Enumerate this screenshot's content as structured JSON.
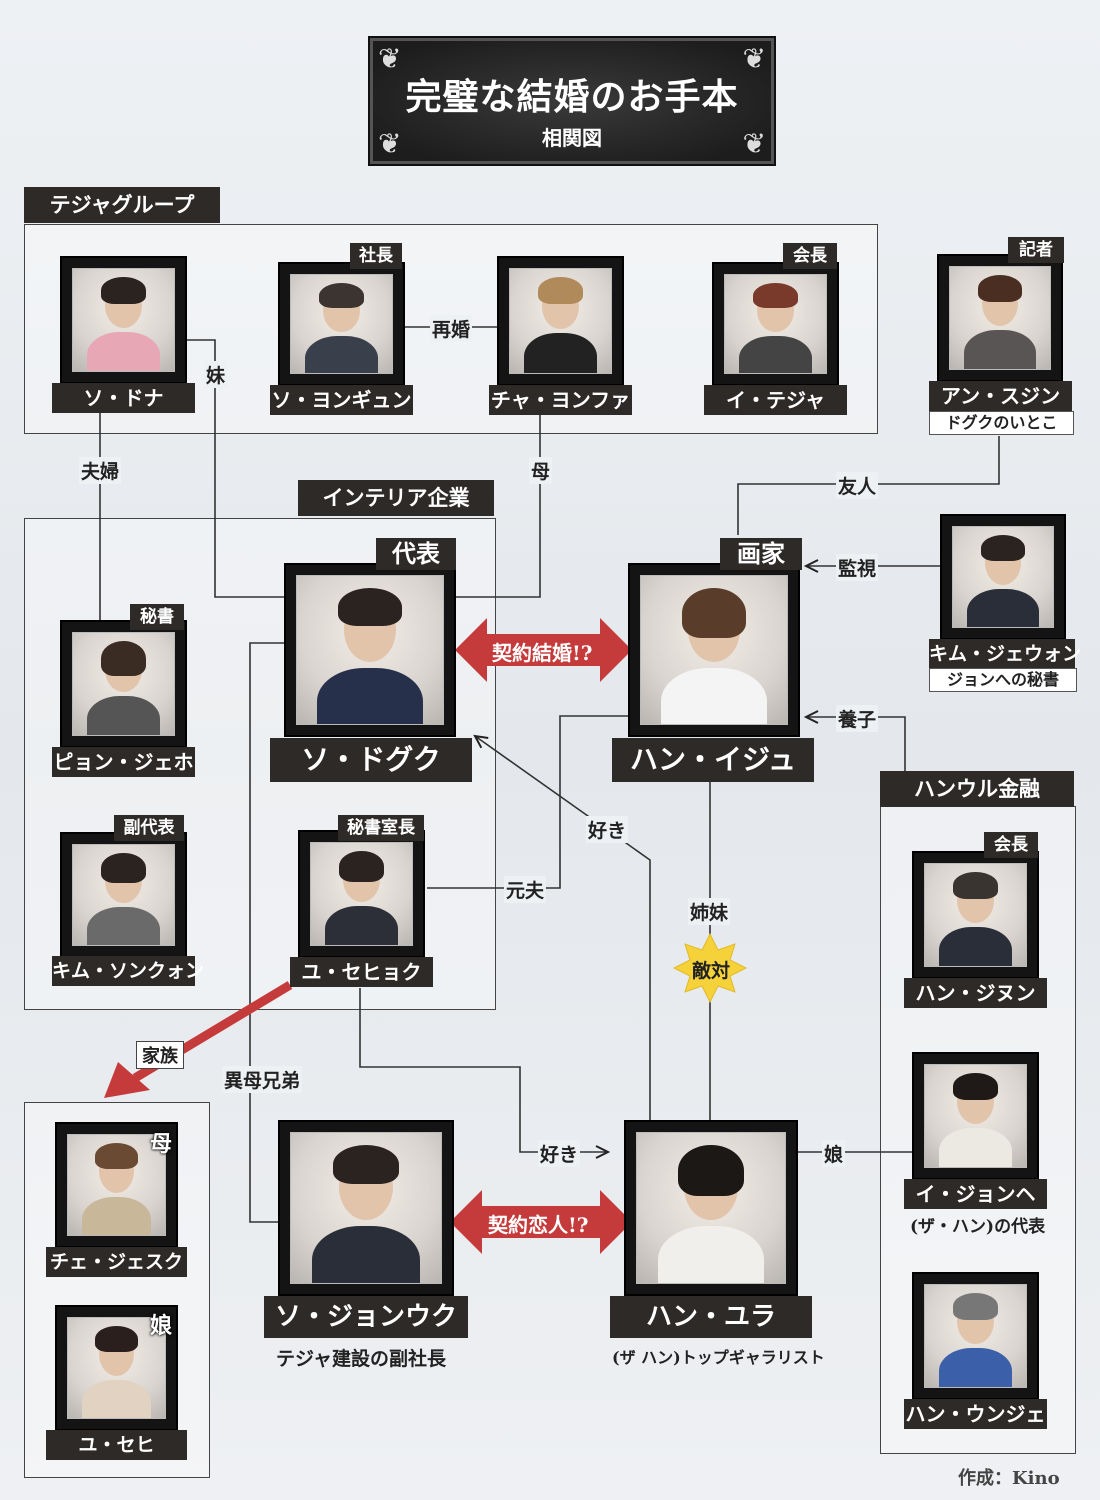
{
  "title": {
    "main": "完璧な結婚のお手本",
    "sub": "相関図"
  },
  "groups": {
    "tejaya": "テジャグループ",
    "interior": "インテリア企業",
    "hanul": "ハンウル金融"
  },
  "people": {
    "so_dona": {
      "name": "ソ・ドナ"
    },
    "so_yonggyun": {
      "name": "ソ・ヨンギュン",
      "tag": "社長"
    },
    "cha_yonghwa": {
      "name": "チャ・ヨンファ"
    },
    "i_teja": {
      "name": "イ・テジャ",
      "tag": "会長"
    },
    "an_sujin": {
      "name": "アン・スジン",
      "tag": "記者",
      "note": "ドグクのいとこ"
    },
    "pyon_jeho": {
      "name": "ピョン・ジェホ",
      "tag": "秘書"
    },
    "so_doguk": {
      "name": "ソ・ドグク",
      "tag": "代表"
    },
    "han_iju": {
      "name": "ハン・イジュ",
      "tag": "画家"
    },
    "kim_jewon": {
      "name": "キム・ジェウォン",
      "note": "ジョンへの秘書"
    },
    "kim_songwon": {
      "name": "キム・ソンクォン",
      "tag": "副代表"
    },
    "yu_sehyok": {
      "name": "ユ・セヒョク",
      "tag": "秘書室長"
    },
    "han_jinun": {
      "name": "ハン・ジヌン",
      "tag": "会長"
    },
    "che_jesuku": {
      "name": "チェ・ジェスク",
      "tag": "母"
    },
    "i_jonhe": {
      "name": "イ・ジョンヘ",
      "note": "(ザ・ハン)の代表"
    },
    "yu_sehi": {
      "name": "ユ・セヒ",
      "tag": "娘"
    },
    "so_jonuk": {
      "name": "ソ・ジョンウク",
      "note": "テジャ建設の副社長"
    },
    "han_yura": {
      "name": "ハン・ユラ",
      "note": "(ザ ハン)トップギャラリスト"
    },
    "han_unje": {
      "name": "ハン・ウンジェ"
    }
  },
  "relations": {
    "remarriage": "再婚",
    "sister": "妹",
    "couple": "夫婦",
    "mother": "母",
    "friend": "友人",
    "watch": "監視",
    "adopted": "養子",
    "contract_marriage": "契約結婚!?",
    "likes1": "好き",
    "ex_husband": "元夫",
    "sisters": "姉妹",
    "rivals": "敵対",
    "family": "家族",
    "half_brothers": "異母兄弟",
    "likes2": "好き",
    "daughter": "娘",
    "contract_lovers": "契約恋人!?"
  },
  "credit": "作成：Kino",
  "colors": {
    "dark": "#2e2a28",
    "arrow_red": "#c53a3a",
    "burst": "#f6d23a"
  }
}
